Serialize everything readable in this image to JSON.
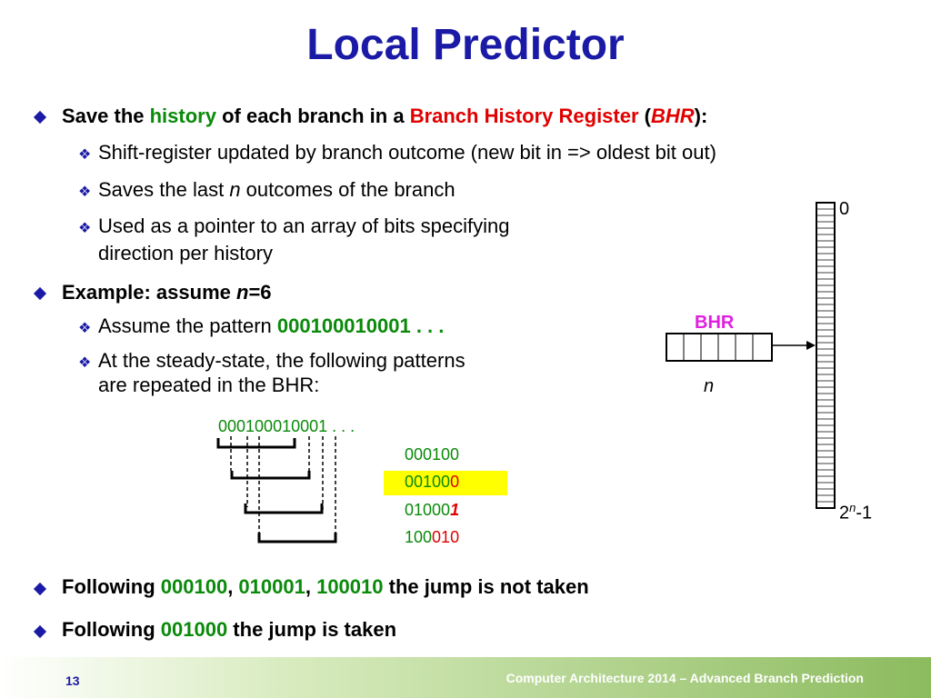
{
  "slide": {
    "title": "Local Predictor",
    "bullet1": {
      "p1": "Save the ",
      "p2": "history",
      "p3": " of each branch in a ",
      "p4": "Branch History Register",
      "p5": " (",
      "p6": "BHR",
      "p7": "):"
    },
    "sub1": "Shift-register updated by branch outcome (new bit in => oldest bit out)",
    "sub2": {
      "p1": "Saves the last ",
      "p2": "n",
      "p3": " outcomes of the branch"
    },
    "sub3": {
      "line1": "Used as a pointer to an array of bits specifying",
      "line2": "direction per history"
    },
    "bullet2": {
      "p1": "Example: assume ",
      "p2": "n",
      "p3": "=6"
    },
    "sub4": {
      "p1": "Assume the pattern ",
      "p2": "000100010001 . . ."
    },
    "sub5": {
      "line1": "At the steady-state,  the following patterns",
      "line2": "are repeated in the BHR:"
    },
    "sequence": "000100010001 . . .",
    "patterns": {
      "p1": "000100",
      "p2a": "00100",
      "p2b": "0",
      "p3a": "01000",
      "p3b": "1",
      "p4a": "100",
      "p4b": "010"
    },
    "bullet3": {
      "p1": "Following ",
      "p2": "000100",
      "p3": ", ",
      "p4": "010001",
      "p5": ", ",
      "p6": "100010",
      "p7": " the jump is not taken"
    },
    "bullet4": {
      "p1": "Following ",
      "p2": "001000",
      "p3": " the jump is taken"
    },
    "diagram": {
      "bhr_label": "BHR",
      "n_label": "n",
      "top_index": "0",
      "bottom_base": "2",
      "bottom_exp": "n",
      "bottom_suffix": "-1"
    },
    "footer": {
      "page": "13",
      "text": "Computer Architecture 2014 – Advanced Branch Prediction"
    },
    "colors": {
      "title": "#1a1aa6",
      "green": "#0a8a0a",
      "red": "#e00000",
      "magenta": "#e020e0",
      "highlight": "#ffff00"
    }
  }
}
